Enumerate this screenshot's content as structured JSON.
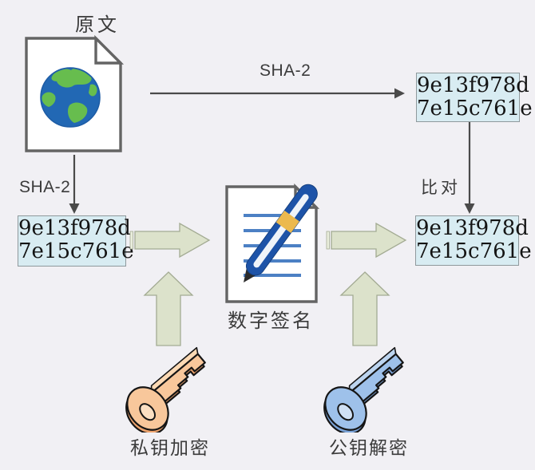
{
  "labels": {
    "original": "原文",
    "sha2_top": "SHA-2",
    "sha2_left": "SHA-2",
    "compare": "比对",
    "signature": "数字签名",
    "private_key": "私钥加密",
    "public_key": "公钥解密"
  },
  "hash": {
    "line1": "9e13f978d",
    "line2": "7e15c761e"
  },
  "icons": [
    "globe-document-icon",
    "signed-document-icon",
    "pen-icon",
    "private-key-icon",
    "public-key-icon"
  ],
  "colors": {
    "background": "#f1f0f4",
    "text": "#3b3b3b",
    "hash_box_fill": "#d8ecf2",
    "hash_box_border": "#8f999c",
    "block_arrow_fill": "#dce2cb",
    "block_arrow_border": "#a3ab93",
    "arrow_line": "#4a4a4a",
    "doc_border": "#646464",
    "signature_line_blue": "#4c80c4",
    "pen_blue": "#1d53a8",
    "pen_band_gold": "#ecb94d",
    "pen_tip_black": "#2b2b2b",
    "globe_ocean": "#2268b4",
    "globe_land": "#67bd4e",
    "private_key_fill": "#f8c79b",
    "private_key_side": "#eda36d",
    "public_key_fill": "#9ec1ea",
    "public_key_side": "#7aa3d8",
    "key_outline": "#151515"
  }
}
